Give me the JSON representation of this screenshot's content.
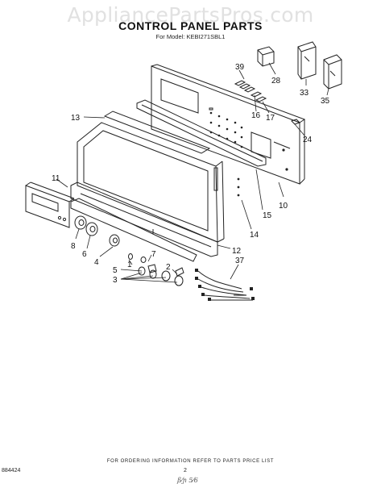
{
  "watermark": "AppliancePartsPros.com",
  "header": {
    "title": "CONTROL PANEL PARTS",
    "model": "For Model: KEBI271SBL1"
  },
  "callouts": [
    "39",
    "28",
    "33",
    "35",
    "13",
    "16",
    "17",
    "24",
    "11",
    "15",
    "10",
    "14",
    "8",
    "6",
    "4",
    "1",
    "7",
    "12",
    "5",
    "2",
    "37",
    "3"
  ],
  "footer": {
    "ordering_note": "FOR ORDERING INFORMATION REFER TO PARTS PRICE LIST",
    "page_number": "2",
    "doc_number": "884424",
    "handwritten": "ß⁄ɲ 5⁄6"
  }
}
